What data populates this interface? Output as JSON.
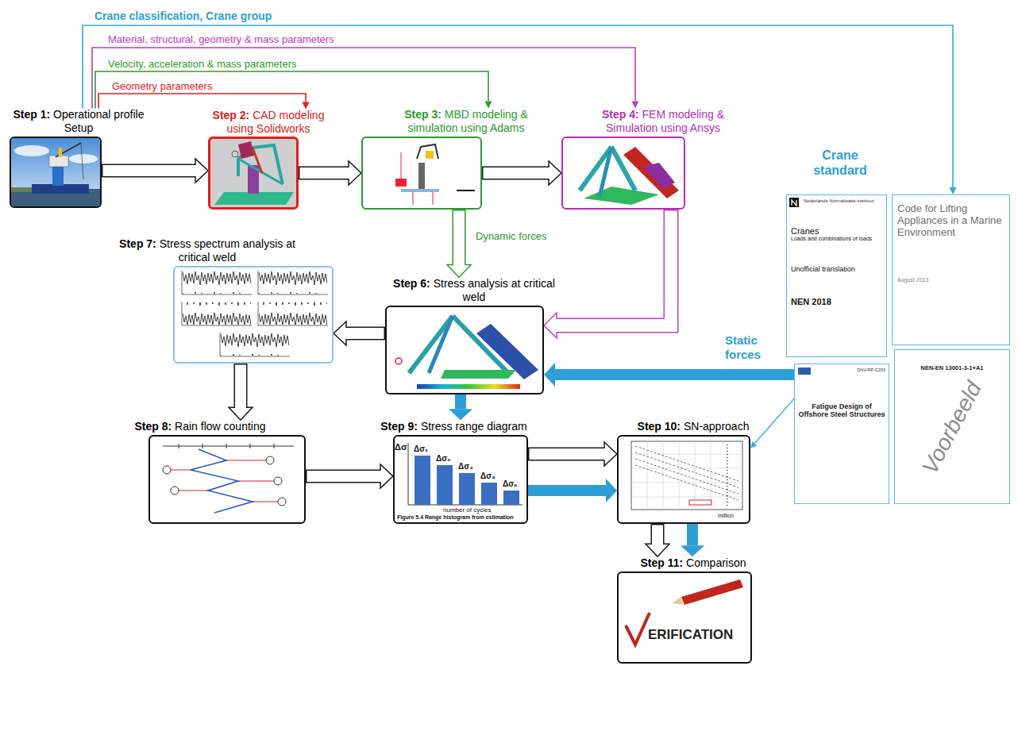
{
  "diagram": {
    "nodes": [
      {
        "text": [
          "Step 1:",
          "Operational profile Setup"
        ]
      },
      {
        "text": [
          "Step 2:",
          "CAD modeling using Solidworks"
        ]
      },
      {
        "text": [
          "Step 3:",
          "MBD modeling & simulation using Adams"
        ]
      },
      {
        "text": [
          "Step 4:",
          "FEM modeling & Simulation using Ansys"
        ]
      },
      {
        "text": [
          "Nederlands Normalisatie-instituut",
          "Cranes",
          "Loads and combinations of loads",
          "Unofficial translation",
          "NEN 2018"
        ]
      },
      {
        "text": [
          "Code for Lifting Appliances in a Marine Environment",
          "August 2013"
        ]
      },
      {
        "text": [
          "DNV-RP-C203",
          "Fatigue Design of Offshore Steel Structures"
        ]
      },
      {
        "text": [
          "NEN-EN 13001-3-1+A1",
          "Voorbeeld"
        ]
      },
      {
        "text": [
          "Step 6:",
          "Stress analysis at critical weld"
        ]
      },
      {
        "text": [
          "Step 7:",
          "Stress spectrum analysis at critical weld"
        ]
      },
      {
        "text": [
          "Step 8:",
          "Rain flow counting"
        ]
      },
      {
        "text": [
          "Step 9:",
          "Stress range diagram"
        ]
      },
      {
        "text": [
          "Step 10:",
          "SN-approach"
        ]
      },
      {
        "text": [
          "Step 11:",
          "Comparison"
        ]
      }
    ],
    "edges": [
      {
        "from": 0,
        "to": 1,
        "arrow": "to"
      },
      {
        "from": 1,
        "to": 2,
        "arrow": "to"
      },
      {
        "from": 2,
        "to": 3,
        "arrow": "to"
      },
      {
        "from": 0,
        "to": 1,
        "label": "Geometry parameters",
        "arrow": "to"
      },
      {
        "from": 0,
        "to": 2,
        "label": "Velocity, acceleration & mass parameters",
        "arrow": "to"
      },
      {
        "from": 0,
        "to": 3,
        "label": "Material, structural, geometry & mass parameters",
        "arrow": "to"
      },
      {
        "from": 0,
        "to": 5,
        "label": "Crane classification, Crane group",
        "arrow": "to"
      },
      {
        "from": 2,
        "to": 8,
        "label": "Dynamic forces",
        "arrow": "to"
      },
      {
        "from": 3,
        "to": 8,
        "arrow": "to"
      },
      {
        "from": 6,
        "to": 8,
        "label": "Static forces",
        "arrow": "to"
      },
      {
        "from": 8,
        "to": 9,
        "arrow": "to"
      },
      {
        "from": 9,
        "to": 10,
        "arrow": "to"
      },
      {
        "from": 10,
        "to": 11,
        "arrow": "to"
      },
      {
        "from": 8,
        "to": 11,
        "arrow": "to"
      },
      {
        "from": 11,
        "to": 12,
        "arrow": "to"
      },
      {
        "from": 11,
        "to": 12,
        "arrow": "to"
      },
      {
        "from": 6,
        "to": 12,
        "arrow": "to"
      },
      {
        "from": 12,
        "to": 13,
        "arrow": "to"
      },
      {
        "from": 12,
        "to": 13,
        "arrow": "to"
      }
    ],
    "labels": [
      "Crane standard",
      "Δσ",
      "Δσ₁",
      "Δσ₂",
      "Δσ₃",
      "Δσ₄",
      "Δσ₅",
      "number of cycles",
      "Figure 5.4 Range histogram from estimation",
      "million",
      "ERIFICATION"
    ]
  }
}
